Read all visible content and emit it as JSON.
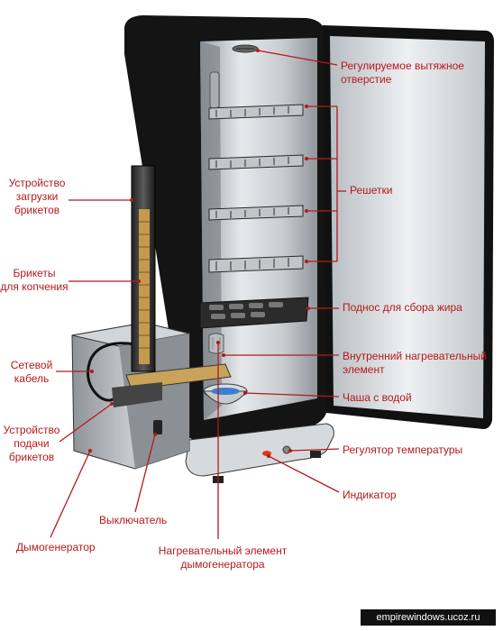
{
  "labels": {
    "vent": "Регулируемое вытяжное\nотверстие",
    "racks": "Решетки",
    "fat_tray": "Поднос для сбора жира",
    "inner_heater": "Внутренний нагревательный\nэлемент",
    "water_bowl": "Чаша с водой",
    "temp_control": "Регулятор температуры",
    "indicator": "Индикатор",
    "smoke_heater": "Нагревательный элемент\nдымогенератора",
    "switch": "Выключатель",
    "smoke_generator": "Дымогенератор",
    "feeder": "Устройство\nподачи\nбрикетов",
    "cable": "Сетевой\nкабель",
    "briquettes": "Брикеты\nдля копчения",
    "loader": "Устройство\nзагрузки\nбрикетов"
  },
  "watermark": "empirewindows.ucoz.ru",
  "colors": {
    "label": "#b3191d",
    "body": "#151515",
    "interior": "#cfd3d6"
  }
}
